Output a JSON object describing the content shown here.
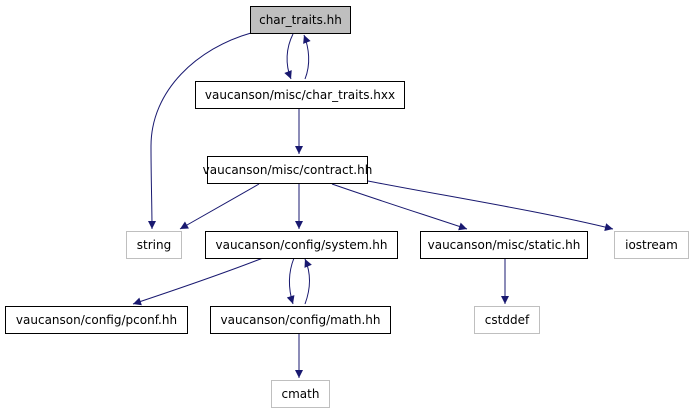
{
  "diagram": {
    "type": "include-dependency-graph",
    "colors": {
      "edge": "#191970",
      "root_fill": "#bfbfbf",
      "node_border": "#000000",
      "external_border": "#bfbfbf",
      "node_fill": "#ffffff",
      "text": "#000000"
    },
    "nodes": [
      {
        "id": "char_traits_hh",
        "label": "char_traits.hh",
        "kind": "root"
      },
      {
        "id": "char_traits_hxx",
        "label": "vaucanson/misc/char_traits.hxx",
        "kind": "internal"
      },
      {
        "id": "contract_hh",
        "label": "vaucanson/misc/contract.hh",
        "kind": "internal"
      },
      {
        "id": "string",
        "label": "string",
        "kind": "external"
      },
      {
        "id": "system_hh",
        "label": "vaucanson/config/system.hh",
        "kind": "internal"
      },
      {
        "id": "static_hh",
        "label": "vaucanson/misc/static.hh",
        "kind": "internal"
      },
      {
        "id": "iostream",
        "label": "iostream",
        "kind": "external"
      },
      {
        "id": "pconf_hh",
        "label": "vaucanson/config/pconf.hh",
        "kind": "internal"
      },
      {
        "id": "math_hh",
        "label": "vaucanson/config/math.hh",
        "kind": "internal"
      },
      {
        "id": "cstddef",
        "label": "cstddef",
        "kind": "external"
      },
      {
        "id": "cmath",
        "label": "cmath",
        "kind": "external"
      }
    ],
    "edges": [
      {
        "from": "char_traits_hh",
        "to": "char_traits_hxx"
      },
      {
        "from": "char_traits_hxx",
        "to": "char_traits_hh"
      },
      {
        "from": "char_traits_hh",
        "to": "string"
      },
      {
        "from": "char_traits_hxx",
        "to": "contract_hh"
      },
      {
        "from": "contract_hh",
        "to": "string"
      },
      {
        "from": "contract_hh",
        "to": "system_hh"
      },
      {
        "from": "contract_hh",
        "to": "static_hh"
      },
      {
        "from": "contract_hh",
        "to": "iostream"
      },
      {
        "from": "system_hh",
        "to": "pconf_hh"
      },
      {
        "from": "system_hh",
        "to": "math_hh"
      },
      {
        "from": "math_hh",
        "to": "system_hh"
      },
      {
        "from": "static_hh",
        "to": "cstddef"
      },
      {
        "from": "math_hh",
        "to": "cmath"
      }
    ]
  }
}
